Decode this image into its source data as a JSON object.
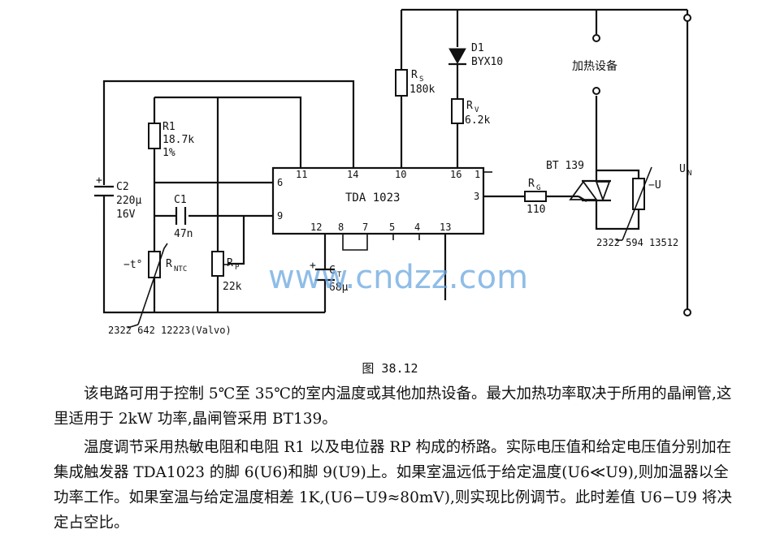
{
  "circuit": {
    "ic_name": "TDA 1023",
    "ic_pins": {
      "p11": "11",
      "p14": "14",
      "p10": "10",
      "p16": "16",
      "p1": "1",
      "p6": "6",
      "p9": "9",
      "p3": "3",
      "p12": "12",
      "p8": "8",
      "p7": "7",
      "p5": "5",
      "p4": "4",
      "p13": "13"
    },
    "r1": {
      "name": "R1",
      "value": "18.7k",
      "tol": "1%"
    },
    "c2": {
      "name": "C2",
      "value": "220μ",
      "volt": "16V",
      "plus": "+"
    },
    "c1": {
      "name": "C1",
      "value": "47n"
    },
    "rntc": {
      "temp": "−t°",
      "name": "R",
      "sub": "NTC",
      "part": "2322 642 12223(Valvo)"
    },
    "rp": {
      "name": "R",
      "sub": "P",
      "value": "22k"
    },
    "ct": {
      "name": "C",
      "sub": "T",
      "value": "68μ",
      "plus": "+"
    },
    "rs": {
      "name": "R",
      "sub": "S",
      "value": "180k"
    },
    "d1": {
      "name": "D1",
      "part": "BYX10"
    },
    "rv": {
      "name": "R",
      "sub": "V",
      "value": "6.2k"
    },
    "rg": {
      "name": "R",
      "sub": "G",
      "value": "110"
    },
    "triac": {
      "name": "BT 139"
    },
    "varistor": {
      "name": "−U",
      "part": "2322 594 13512"
    },
    "heater": {
      "label": "加热设备"
    },
    "supply": {
      "name": "U",
      "sub": "N"
    },
    "watermark": "www.cndzz.com"
  },
  "figure_caption": "图 38.12",
  "description": {
    "p1": "该电路可用于控制 5℃至 35℃的室内温度或其他加热设备。最大加热功率取决于所用的晶闸管,这里适用于 2kW 功率,晶闸管采用 BT139。",
    "p2": "温度调节采用热敏电阻和电阻 R1 以及电位器 RP 构成的桥路。实际电压值和给定电压值分别加在集成触发器 TDA1023 的脚 6(U6)和脚 9(U9)上。如果室温远低于给定温度(U6≪U9),则加温器以全功率工作。如果室温与给定温度相差 1K,(U6−U9≈80mV),则实现比例调节。此时差值 U6−U9 将决定占空比。"
  }
}
